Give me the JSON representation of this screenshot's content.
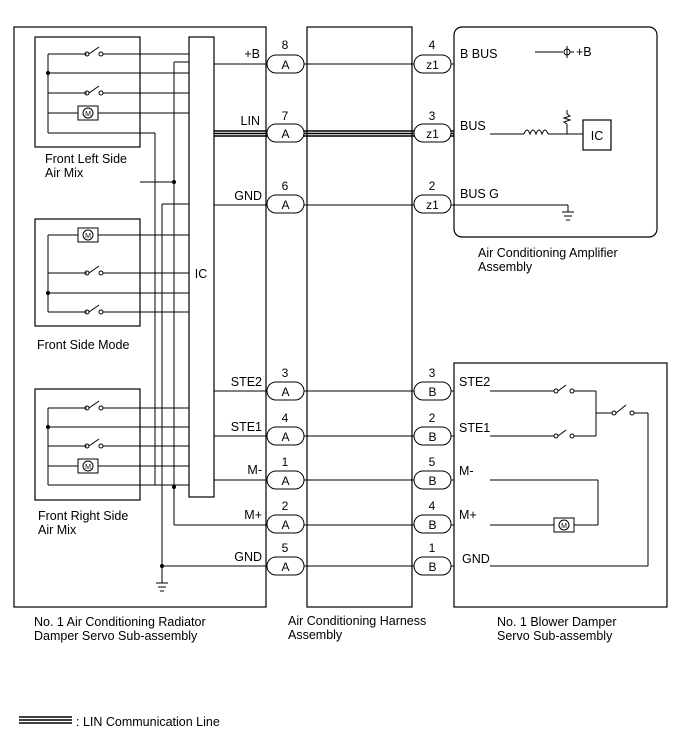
{
  "labels": {
    "front_left_l1": "Front Left Side",
    "front_left_l2": "Air Mix",
    "front_side_mode": "Front Side Mode",
    "front_right_l1": "Front Right Side",
    "front_right_l2": "Air Mix",
    "ic_servo": "IC",
    "ic_amp": "IC",
    "motor": "M"
  },
  "left_connectors": [
    {
      "pin": "8",
      "conn": "A",
      "signal": "+B"
    },
    {
      "pin": "7",
      "conn": "A",
      "signal": "LIN"
    },
    {
      "pin": "6",
      "conn": "A",
      "signal": "GND"
    },
    {
      "pin": "3",
      "conn": "A",
      "signal": "STE2"
    },
    {
      "pin": "4",
      "conn": "A",
      "signal": "STE1"
    },
    {
      "pin": "1",
      "conn": "A",
      "signal": "M-"
    },
    {
      "pin": "2",
      "conn": "A",
      "signal": "M+"
    },
    {
      "pin": "5",
      "conn": "A",
      "signal": "GND"
    }
  ],
  "right_connectors": [
    {
      "pin": "4",
      "conn": "z1",
      "signal": "B BUS"
    },
    {
      "pin": "3",
      "conn": "z1",
      "signal": "BUS"
    },
    {
      "pin": "2",
      "conn": "z1",
      "signal": "BUS G"
    },
    {
      "pin": "3",
      "conn": "B",
      "signal": "STE2"
    },
    {
      "pin": "2",
      "conn": "B",
      "signal": "STE1"
    },
    {
      "pin": "5",
      "conn": "B",
      "signal": "M-"
    },
    {
      "pin": "4",
      "conn": "B",
      "signal": "M+"
    },
    {
      "pin": "1",
      "conn": "B",
      "signal": "GND"
    }
  ],
  "amp_plusb": "+B",
  "assemblies": {
    "radiator_l1": "No. 1 Air Conditioning Radiator",
    "radiator_l2": "Damper Servo Sub-assembly",
    "harness_l1": "Air Conditioning Harness",
    "harness_l2": "Assembly",
    "amplifier_l1": "Air Conditioning Amplifier",
    "amplifier_l2": "Assembly",
    "blower_l1": "No. 1 Blower Damper",
    "blower_l2": "Servo Sub-assembly"
  },
  "legend": {
    "text": ": LIN Communication Line"
  }
}
